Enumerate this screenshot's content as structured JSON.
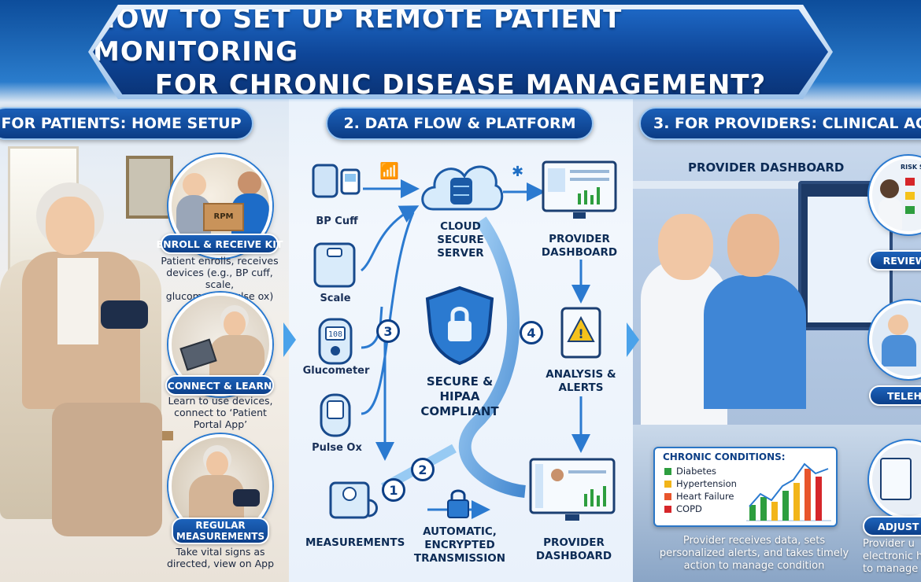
{
  "title": {
    "line1": "HOW TO SET UP REMOTE PATIENT MONITORING",
    "line2": "FOR CHRONIC DISEASE MANAGEMENT?"
  },
  "sections": {
    "patients": "FOR PATIENTS: HOME SETUP",
    "platform": "2. DATA FLOW & PLATFORM",
    "providers": "3. FOR PROVIDERS: CLINICAL AC"
  },
  "patient_steps": [
    {
      "label": "ENROLL & RECEIVE KIT",
      "desc": [
        "Patient enrolls, receives",
        "devices (e.g., BP cuff, scale,",
        "glucometer, pulse ox)"
      ],
      "box_text": "RPM"
    },
    {
      "label": "CONNECT & LEARN",
      "desc": [
        "Learn to use devices,",
        "connect to ‘Patient",
        "Portal App’"
      ]
    },
    {
      "label": "REGULAR MEASUREMENTS",
      "desc": [
        "Take vital signs as",
        "directed, view on App"
      ]
    }
  ],
  "devices": [
    {
      "label": "BP Cuff",
      "icon": "bp-cuff-icon"
    },
    {
      "label": "Scale",
      "icon": "scale-icon"
    },
    {
      "label": "Glucometer",
      "icon": "glucometer-icon",
      "screen": "108"
    },
    {
      "label": "Pulse Ox",
      "icon": "pulse-ox-icon"
    }
  ],
  "platform": {
    "cloud_label": [
      "CLOUD",
      "SECURE",
      "SERVER"
    ],
    "provider_dashboard_top": [
      "PROVIDER",
      "DASHBOARD"
    ],
    "secure_label": [
      "SECURE &",
      "HIPAA",
      "COMPLIANT"
    ],
    "analysis_label": [
      "ANALYSIS &",
      "ALERTS"
    ],
    "measurements_label": "MEASUREMENTS",
    "transmission_label": [
      "AUTOMATIC,",
      "ENCRYPTED",
      "TRANSMISSION"
    ],
    "provider_dashboard_bottom": [
      "PROVIDER",
      "DASHBOARD"
    ],
    "badges": [
      "1",
      "2",
      "3",
      "4"
    ]
  },
  "providers": {
    "dashboard_heading": "PROVIDER DASHBOARD",
    "risk_label": "RISK STR",
    "review_label": "REVIEW",
    "telehealth_label": "TELEH",
    "adjust_label": "ADJUST C",
    "adjust_desc": [
      "Provider u",
      "electronic h",
      "to manage"
    ],
    "conditions_title": "CHRONIC CONDITIONS:",
    "conditions": [
      {
        "name": "Diabetes",
        "color": "#2e9e3f"
      },
      {
        "name": "Hypertension",
        "color": "#f2b51a"
      },
      {
        "name": "Heart Failure",
        "color": "#e8552c"
      },
      {
        "name": "COPD",
        "color": "#d6262a"
      }
    ],
    "bottom_desc": [
      "Provider receives data, sets",
      "personalized alerts, and takes timely",
      "action to manage condition"
    ]
  },
  "colors": {
    "navy": "#0c3f89",
    "accent": "#2b7ad0",
    "alert_yellow": "#f5c21b"
  }
}
